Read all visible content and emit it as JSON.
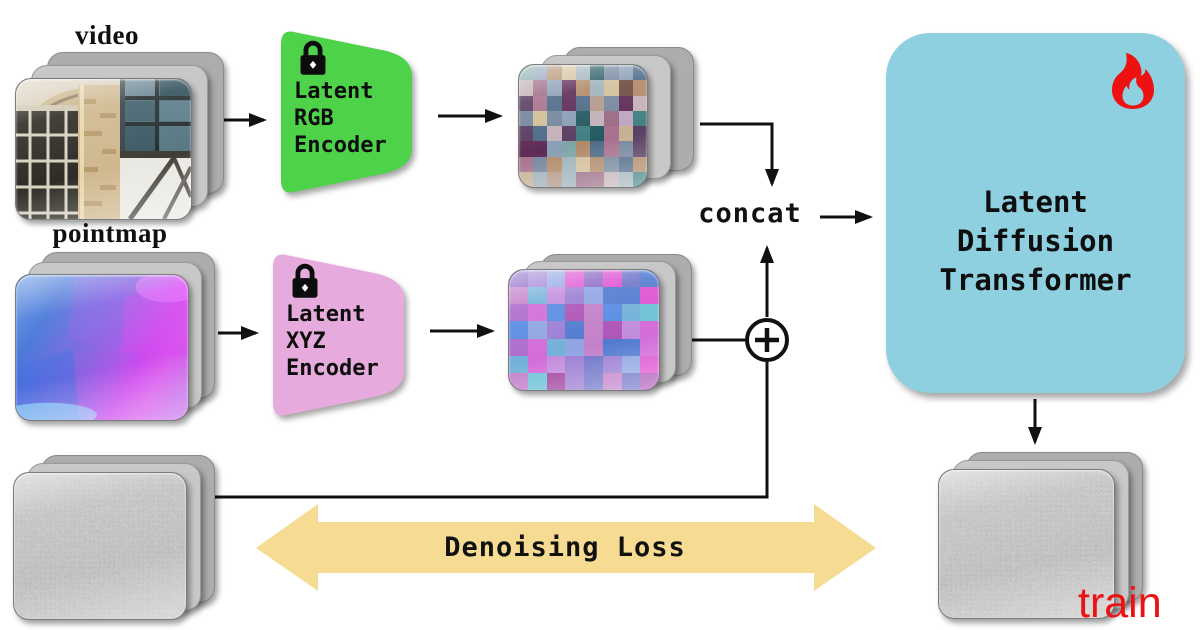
{
  "labels": {
    "video": "video",
    "pointmap": "pointmap",
    "concat": "concat",
    "denoising_loss": "Denoising Loss",
    "train": "train"
  },
  "encoders": {
    "rgb": {
      "lines": [
        "Latent",
        "RGB",
        "Encoder"
      ],
      "color": "#4ed24a",
      "locked_icon": "lock-icon"
    },
    "xyz": {
      "lines": [
        "Latent",
        "XYZ",
        "Encoder"
      ],
      "color": "#e6abdc",
      "locked_icon": "lock-icon"
    }
  },
  "transformer": {
    "lines": [
      "Latent",
      "Diffusion",
      "Transformer"
    ],
    "color": "#8fd0e0",
    "flame_color": "#ee1111",
    "flame_icon": "flame-icon"
  },
  "nodes": {
    "add_noise": "circled-plus"
  },
  "colors": {
    "connector": "#111111",
    "loss_arrow": "#f6dc92",
    "train_text": "#ee1111"
  },
  "mosaics": {
    "latent_rgb": {
      "rows": 8,
      "cols": 9,
      "seed": 11,
      "palette": [
        "#b3998a",
        "#9a6b85",
        "#5e2b55",
        "#417f83",
        "#c7b194",
        "#76879e",
        "#a8718d",
        "#245a60",
        "#c3b2b8",
        "#6e4b40",
        "#9eb2ba",
        "#d2bf9a",
        "#593f63",
        "#b08a68",
        "#7fa5a6",
        "#8a9eb5",
        "#4f6b88",
        "#bfa6c0"
      ]
    },
    "latent_xyz": {
      "rows": 7,
      "cols": 8,
      "seed": 5,
      "palette": [
        "#7d86dd",
        "#5a8ce2",
        "#ae6ccd",
        "#d36cd8",
        "#8a66c6",
        "#df53d2",
        "#72b1d8",
        "#9c7ed4",
        "#c28cdc",
        "#527bd0",
        "#ad55b8",
        "#90a5e2",
        "#6cc2d6",
        "#c380ca",
        "#a245a0",
        "#6f74c9"
      ]
    }
  }
}
